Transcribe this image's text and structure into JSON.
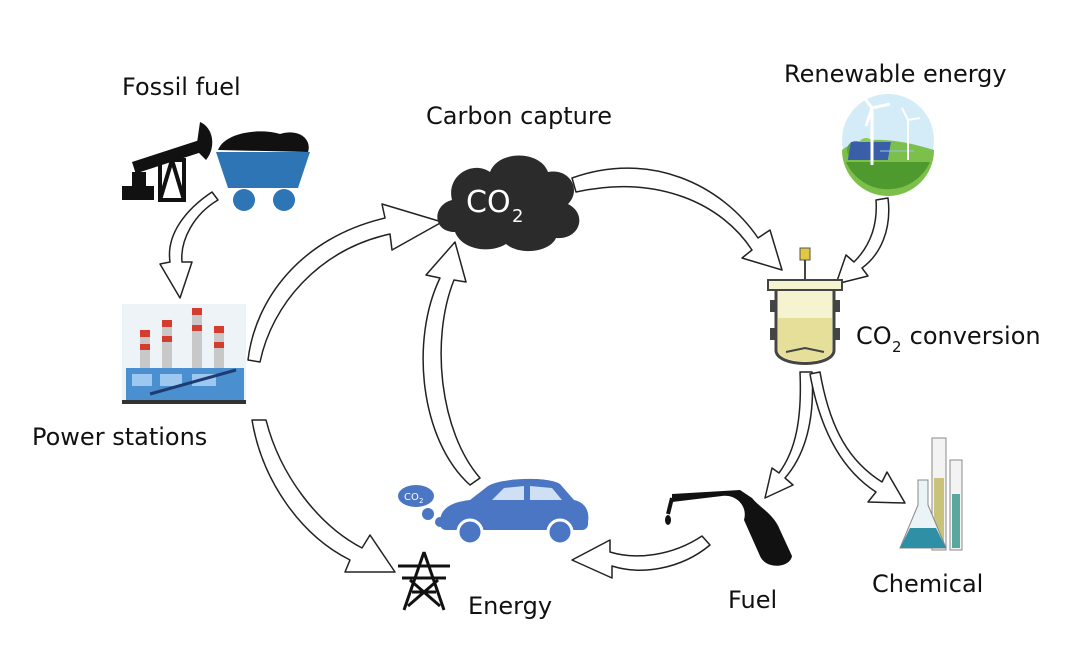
{
  "diagram": {
    "nodes": {
      "fossil_fuel": {
        "label": "Fossil fuel"
      },
      "carbon_capture": {
        "label": "Carbon capture",
        "cloud_text": "CO",
        "cloud_sub": "2"
      },
      "renewable_energy": {
        "label": "Renewable energy"
      },
      "power_stations": {
        "label": "Power stations"
      },
      "co2_conversion": {
        "label_pre": "CO",
        "label_sub": "2",
        "label_post": " conversion"
      },
      "energy": {
        "label": "Energy"
      },
      "fuel": {
        "label": "Fuel"
      },
      "chemical": {
        "label": "Chemical"
      }
    },
    "car_exhaust_text": "CO",
    "car_exhaust_sub": "2",
    "colors": {
      "car": "#4a76c4",
      "coal_cart": "#2e75b6",
      "cloud": "#2b2b2b",
      "reactor_liquid": "#e6df9a",
      "arrow_stroke": "#222222"
    }
  }
}
